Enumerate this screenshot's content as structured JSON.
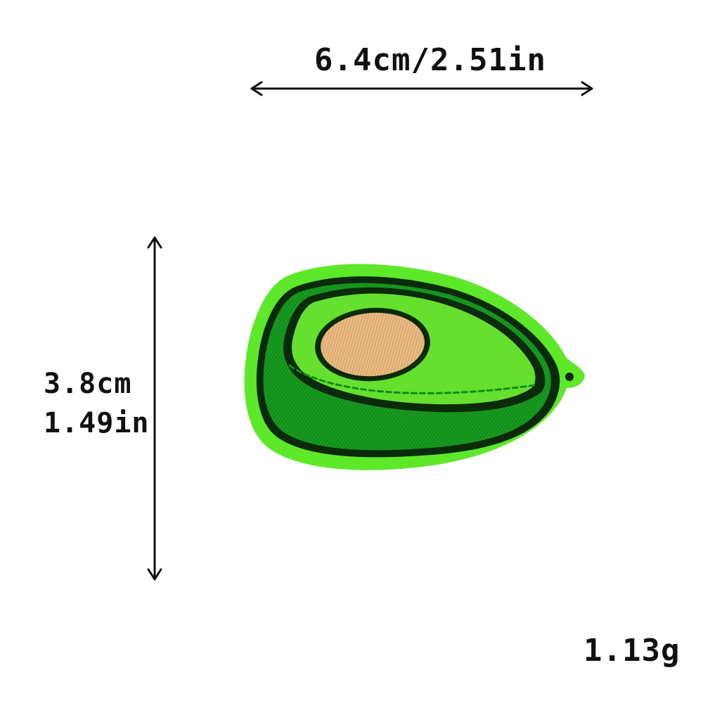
{
  "dimensions": {
    "width": "6.4cm/2.51in",
    "height_cm": "3.8cm",
    "height_in": "1.49in"
  },
  "weight": "1.13g",
  "colors": {
    "felt": "#5ee82a",
    "dark_green": "#0e8c1a",
    "mid_green": "#1fae28",
    "outline": "#0a2a0a",
    "inner_flesh": "#66e02e",
    "pit": "#e9b97e",
    "arrow": "#111111"
  }
}
